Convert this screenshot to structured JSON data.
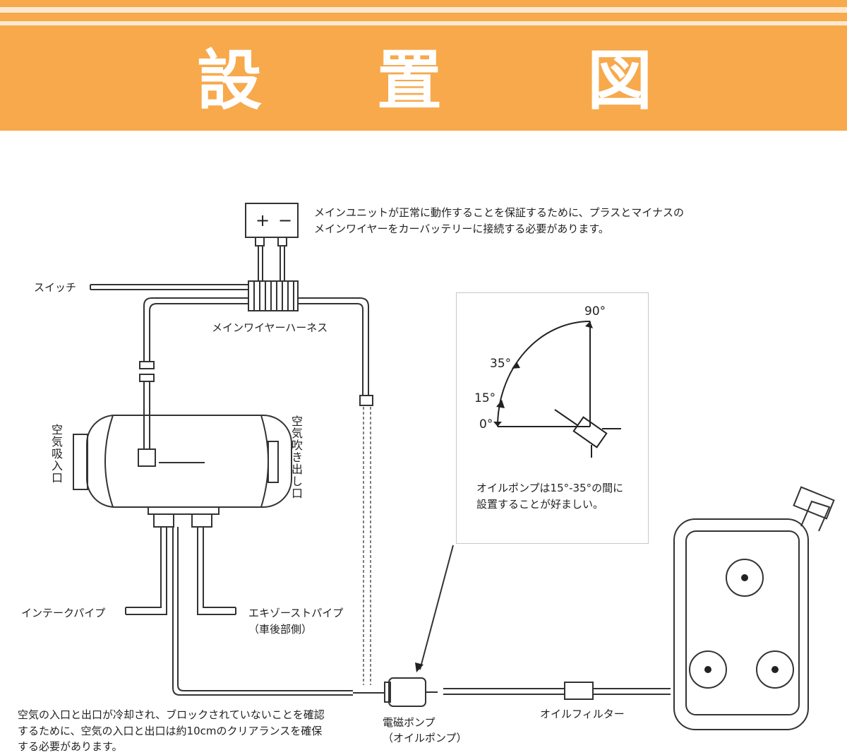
{
  "header": {
    "title_chars": [
      "設",
      "置",
      "図"
    ],
    "banner_color": "#f7a94c"
  },
  "labels": {
    "battery_note_line1": "メインユニットが正常に動作することを保証するために、プラスとマイナスの",
    "battery_note_line2": "メインワイヤーをカーバッテリーに接続する必要があります。",
    "switch": "スイッチ",
    "main_harness": "メインワイヤーハーネス",
    "air_intake": "空気吸入口",
    "air_outlet": "空気吹き出し口",
    "intake_pipe": "インテークパイプ",
    "exhaust_pipe_line1": "エキゾーストパイプ",
    "exhaust_pipe_line2": "（車後部側）",
    "pump_line1": "電磁ポンプ",
    "pump_line2": "（オイルポンプ）",
    "oil_filter": "オイルフィルター",
    "clearance_line1": "空気の入口と出口が冷却され、ブロックされていないことを確認",
    "clearance_line2": "するために、空気の入口と出口は約10cmのクリアランスを確保",
    "clearance_line3": "する必要があります。",
    "pump_angle_line1": "オイルポンプは15°-35°の間に",
    "pump_angle_line2": "設置することが好ましい。"
  },
  "angles": {
    "a90": "90°",
    "a35": "35°",
    "a15": "15°",
    "a0": "0°"
  },
  "battery": {
    "plus": "+",
    "minus": "−"
  }
}
